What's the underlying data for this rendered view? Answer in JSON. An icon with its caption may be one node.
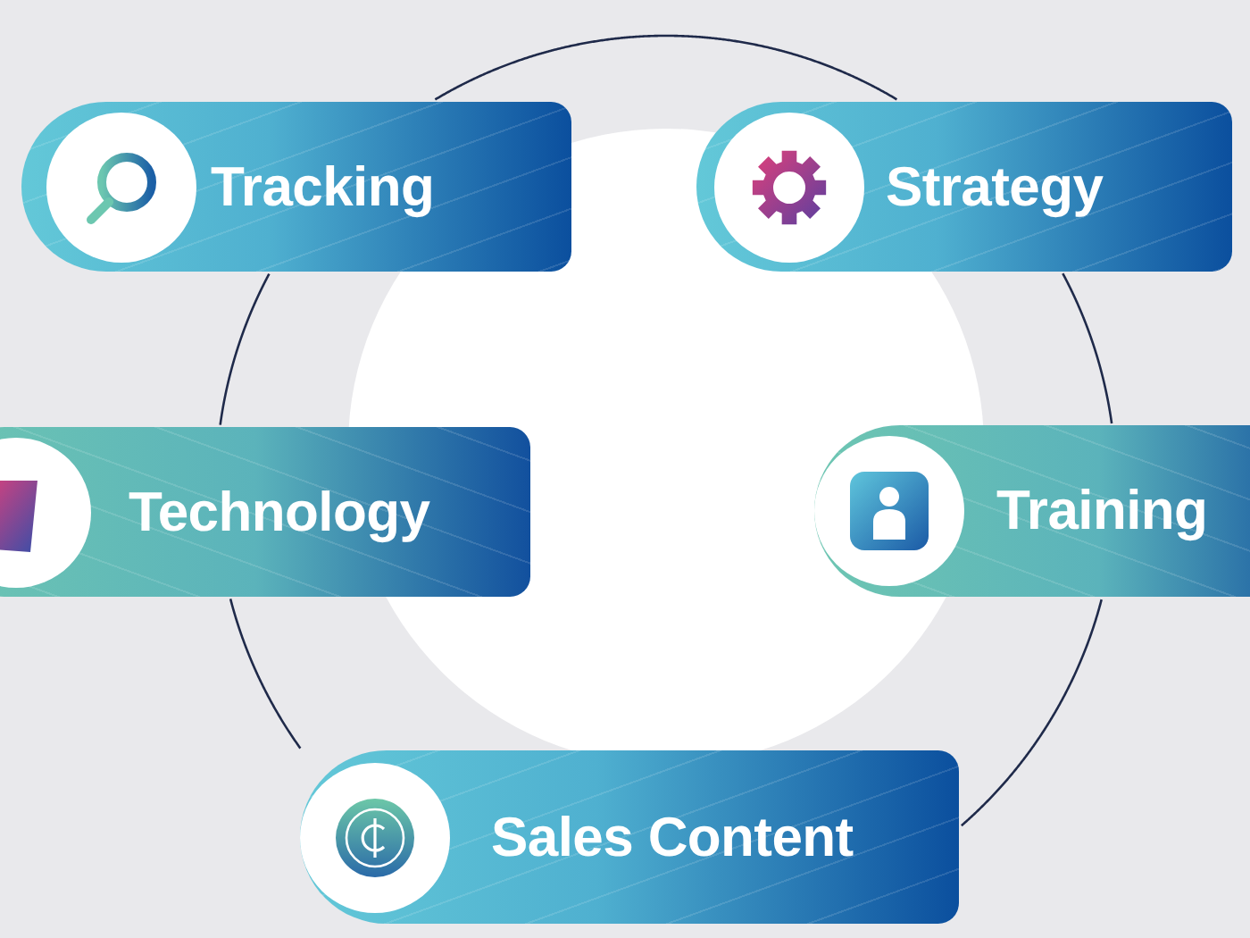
{
  "diagram": {
    "nodes": [
      {
        "text": [
          "Tracking"
        ]
      },
      {
        "text": [
          "Strategy"
        ]
      },
      {
        "text": [
          "Technology"
        ]
      },
      {
        "text": [
          "Training"
        ]
      },
      {
        "text": [
          "Sales Content"
        ]
      }
    ],
    "edges": [
      {
        "from": 0,
        "to": 1,
        "arrow": "none"
      },
      {
        "from": 1,
        "to": 3,
        "arrow": "none"
      },
      {
        "from": 3,
        "to": 4,
        "arrow": "none"
      },
      {
        "from": 4,
        "to": 2,
        "arrow": "none"
      },
      {
        "from": 2,
        "to": 0,
        "arrow": "none"
      }
    ]
  }
}
